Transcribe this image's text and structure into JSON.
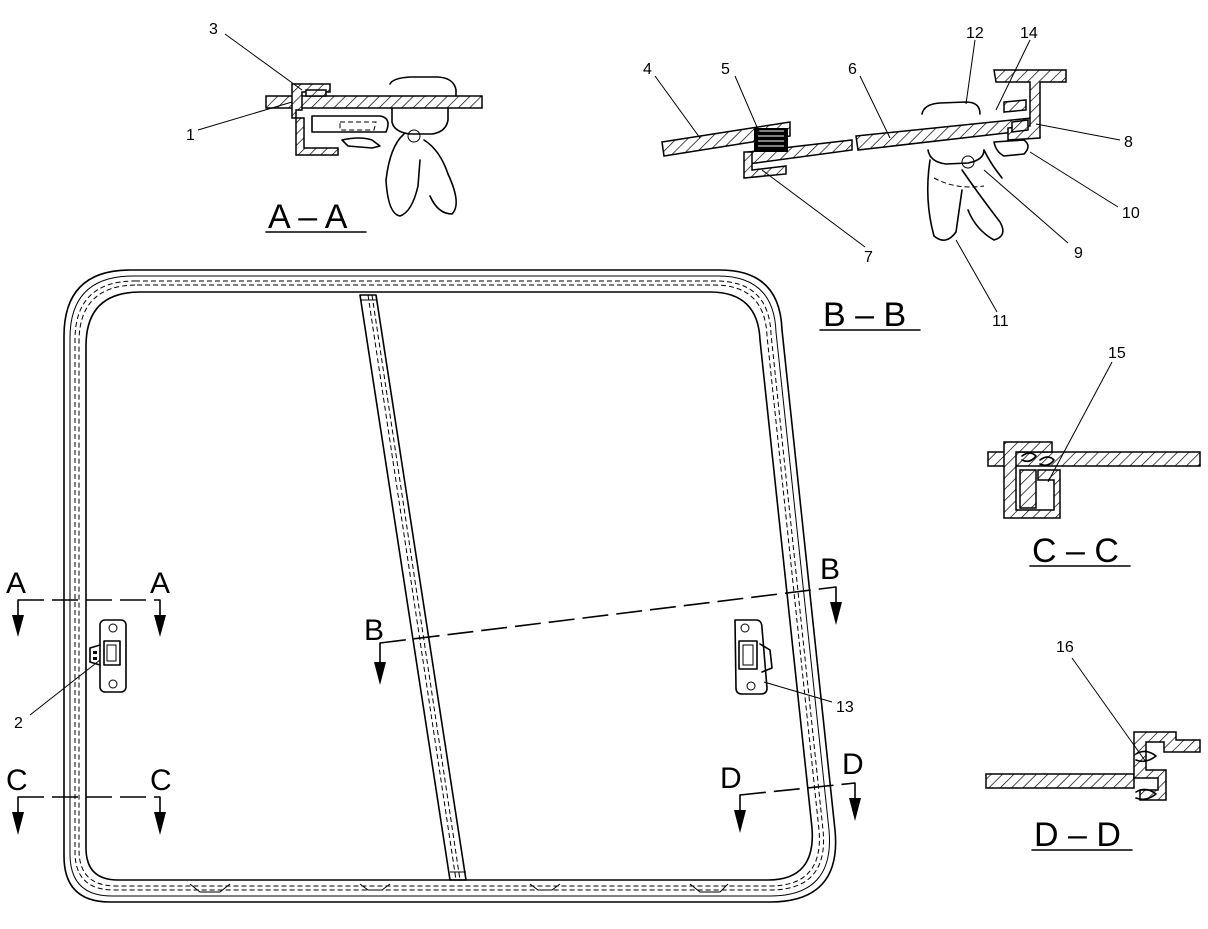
{
  "section_titles": {
    "aa": "A – A",
    "bb": "B – B",
    "cc": "C – C",
    "dd": "D – D"
  },
  "section_letters": {
    "a": "A",
    "b": "B",
    "c": "C",
    "d": "D"
  },
  "part_numbers": [
    "1",
    "2",
    "3",
    "4",
    "5",
    "6",
    "7",
    "8",
    "9",
    "10",
    "11",
    "12",
    "13",
    "14",
    "15",
    "16"
  ]
}
